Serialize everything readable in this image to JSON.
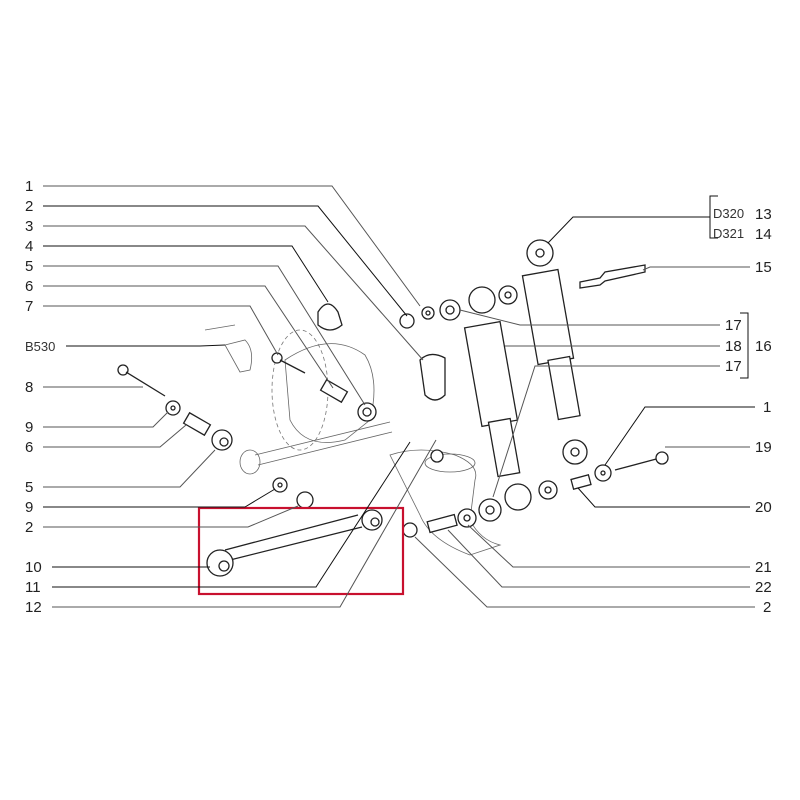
{
  "diagram": {
    "left_labels": [
      "1",
      "2",
      "3",
      "4",
      "5",
      "6",
      "7",
      "B530",
      "8",
      "9",
      "6",
      "5",
      "9",
      "2",
      "10",
      "11",
      "12"
    ],
    "right_labels": {
      "group_13_14": {
        "codes": [
          "D320",
          "D321"
        ],
        "numbers": [
          "13",
          "14"
        ]
      },
      "item_15": "15",
      "group_16": {
        "items": [
          "17",
          "18",
          "17"
        ],
        "number": "16"
      },
      "item_1": "1",
      "item_19": "19",
      "item_20": "20",
      "item_21": "21",
      "item_22": "22",
      "item_2": "2"
    },
    "highlight_color": "#c8102e"
  }
}
